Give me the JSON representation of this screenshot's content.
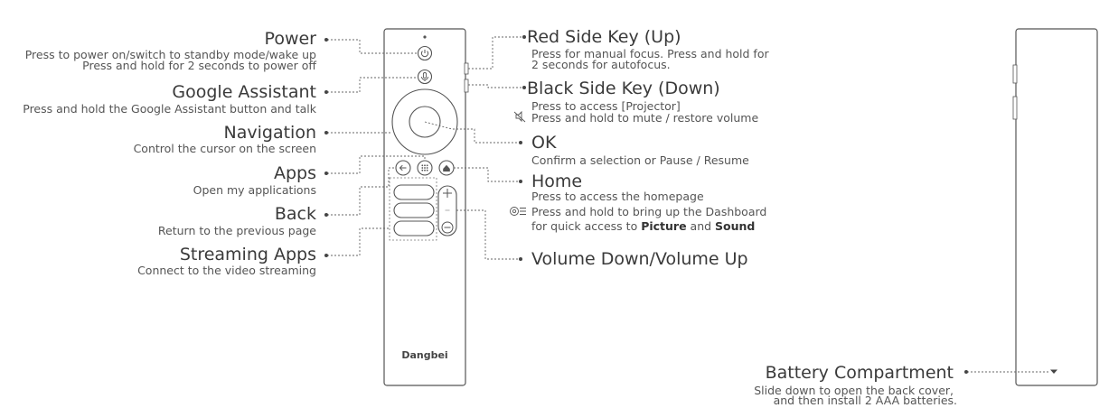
{
  "left": {
    "power": {
      "title": "Power",
      "line1": "Press to power on/switch to standby mode/wake up",
      "line2": "Press and hold for 2 seconds to power off"
    },
    "assistant": {
      "title": "Google Assistant",
      "line1": "Press and hold the Google Assistant button and talk"
    },
    "navigation": {
      "title": "Navigation",
      "line1": "Control the cursor on the screen"
    },
    "apps": {
      "title": "Apps",
      "line1": "Open my applications"
    },
    "back": {
      "title": "Back",
      "line1": "Return to the previous page"
    },
    "streaming": {
      "title": "Streaming Apps",
      "line1": "Connect to the video streaming"
    }
  },
  "right": {
    "red_key": {
      "title": "Red Side Key (Up)",
      "line1": "Press for manual focus. Press and hold for",
      "line2": "2 seconds for autofocus."
    },
    "black_key": {
      "title": "Black Side Key (Down)",
      "line1": "Press to access [Projector]",
      "line2": "Press and hold  to mute / restore volume"
    },
    "ok": {
      "title": "OK",
      "line1": "Confirm a selection or Pause / Resume"
    },
    "home": {
      "title": "Home",
      "line1": "Press to access the homepage",
      "line2": "Press and hold to bring up the Dashboard",
      "line3_pre": "for quick access to ",
      "line3_b1": "Picture",
      "line3_mid": " and ",
      "line3_b2": "Sound"
    },
    "volume": {
      "title": "Volume Down/Volume Up"
    }
  },
  "remote": {
    "brand": "Dangbei"
  },
  "battery": {
    "title": "Battery Compartment",
    "line1": "Slide down to open the back cover,",
    "line2": "and then install 2 AAA batteries."
  }
}
